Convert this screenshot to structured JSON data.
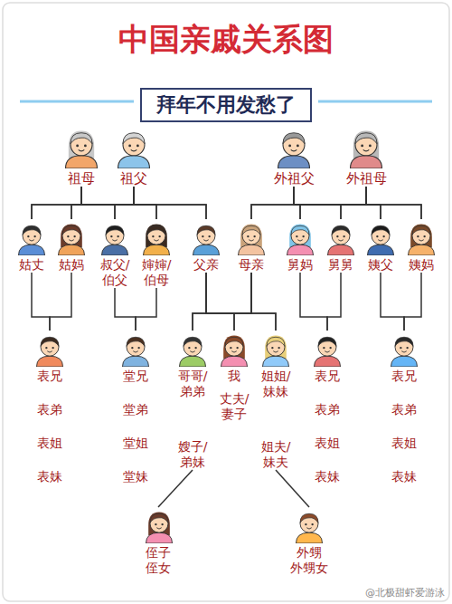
{
  "diagram": {
    "title": "中国亲戚关系图",
    "nodes": [
      {
        "text": [
          "拜年不用发愁了"
        ]
      },
      {
        "text": [
          "祖母"
        ]
      },
      {
        "text": [
          "祖父"
        ]
      },
      {
        "text": [
          "外祖父"
        ]
      },
      {
        "text": [
          "外祖母"
        ]
      },
      {
        "text": [
          "姑丈"
        ]
      },
      {
        "text": [
          "姑妈"
        ]
      },
      {
        "text": [
          "叔父/ 伯父"
        ]
      },
      {
        "text": [
          "婶婶/ 伯母"
        ]
      },
      {
        "text": [
          "父亲"
        ]
      },
      {
        "text": [
          "母亲"
        ]
      },
      {
        "text": [
          "舅妈"
        ]
      },
      {
        "text": [
          "舅舅"
        ]
      },
      {
        "text": [
          "姨父"
        ]
      },
      {
        "text": [
          "姨妈"
        ]
      },
      {
        "text": [
          "表兄",
          "表弟",
          "表姐",
          "表妹"
        ]
      },
      {
        "text": [
          "堂兄",
          "堂弟",
          "堂姐",
          "堂妹"
        ]
      },
      {
        "text": [
          "哥哥/ 弟弟",
          "嫂子/ 弟妹"
        ]
      },
      {
        "text": [
          "我",
          "丈夫/ 妻子"
        ]
      },
      {
        "text": [
          "姐姐/ 妹妹",
          "姐夫/ 妹夫"
        ]
      },
      {
        "text": [
          "表兄",
          "表弟",
          "表姐",
          "表妹"
        ]
      },
      {
        "text": [
          "表兄",
          "表弟",
          "表姐",
          "表妹"
        ]
      },
      {
        "text": [
          "侄子 侄女"
        ]
      },
      {
        "text": [
          "外甥 外甥女"
        ]
      }
    ],
    "edges": [
      {
        "from": 1,
        "to": 5,
        "arrow": "none"
      },
      {
        "from": 1,
        "to": 6,
        "arrow": "none"
      },
      {
        "from": 1,
        "to": 7,
        "arrow": "none"
      },
      {
        "from": 1,
        "to": 8,
        "arrow": "none"
      },
      {
        "from": 1,
        "to": 9,
        "arrow": "none"
      },
      {
        "from": 2,
        "to": 5,
        "arrow": "none"
      },
      {
        "from": 2,
        "to": 6,
        "arrow": "none"
      },
      {
        "from": 2,
        "to": 7,
        "arrow": "none"
      },
      {
        "from": 2,
        "to": 8,
        "arrow": "none"
      },
      {
        "from": 2,
        "to": 9,
        "arrow": "none"
      },
      {
        "from": 3,
        "to": 10,
        "arrow": "none"
      },
      {
        "from": 3,
        "to": 11,
        "arrow": "none"
      },
      {
        "from": 3,
        "to": 12,
        "arrow": "none"
      },
      {
        "from": 3,
        "to": 13,
        "arrow": "none"
      },
      {
        "from": 3,
        "to": 14,
        "arrow": "none"
      },
      {
        "from": 4,
        "to": 10,
        "arrow": "none"
      },
      {
        "from": 4,
        "to": 11,
        "arrow": "none"
      },
      {
        "from": 4,
        "to": 12,
        "arrow": "none"
      },
      {
        "from": 4,
        "to": 13,
        "arrow": "none"
      },
      {
        "from": 4,
        "to": 14,
        "arrow": "none"
      },
      {
        "from": 5,
        "to": 15,
        "arrow": "none"
      },
      {
        "from": 6,
        "to": 15,
        "arrow": "none"
      },
      {
        "from": 7,
        "to": 16,
        "arrow": "none"
      },
      {
        "from": 8,
        "to": 16,
        "arrow": "none"
      },
      {
        "from": 9,
        "to": 17,
        "arrow": "none"
      },
      {
        "from": 9,
        "to": 18,
        "arrow": "none"
      },
      {
        "from": 9,
        "to": 19,
        "arrow": "none"
      },
      {
        "from": 10,
        "to": 17,
        "arrow": "none"
      },
      {
        "from": 10,
        "to": 18,
        "arrow": "none"
      },
      {
        "from": 10,
        "to": 19,
        "arrow": "none"
      },
      {
        "from": 11,
        "to": 20,
        "arrow": "none"
      },
      {
        "from": 12,
        "to": 20,
        "arrow": "none"
      },
      {
        "from": 13,
        "to": 21,
        "arrow": "none"
      },
      {
        "from": 14,
        "to": 21,
        "arrow": "none"
      },
      {
        "from": 17,
        "to": 22,
        "arrow": "none"
      },
      {
        "from": 19,
        "to": 23,
        "arrow": "none"
      }
    ],
    "labels": [
      "@北极甜虾爱游泳"
    ]
  }
}
